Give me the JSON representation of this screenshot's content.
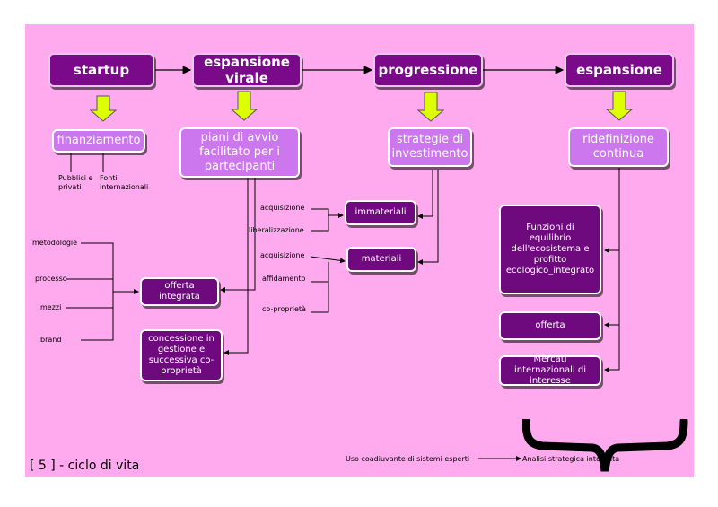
{
  "phases": {
    "startup": "startup",
    "viral": "espansione virale",
    "progression": "progressione",
    "expansion": "espansione"
  },
  "level2": {
    "financing": "finanziamento",
    "plans": "piani di avvio facilitato per i partecipanti",
    "strategies": "strategie di investimento",
    "redefinition": "ridefinizione continua"
  },
  "financing_sources": {
    "public_private": "Pubblici e privati",
    "international": "Fonti internazionali"
  },
  "boxes": {
    "intangible": "immateriali",
    "material": "materiali",
    "integrated_offer": "offerta integrata",
    "concession": "concessione in gestione e successiva co-proprietà",
    "equilibrium": "Funzioni di equilibrio dell'ecosistema e profitto ecologico_integrato",
    "offer": "offerta",
    "markets": "Mercati internazionali di interesse"
  },
  "labels": {
    "acquisition1": "acquisizione",
    "liberalization": "liberalizzazione",
    "acquisition2": "acquisizione",
    "assignment": "affidamento",
    "coownership": "co-proprietà",
    "methodologies": "metodologie",
    "process": "processo",
    "means": "mezzi",
    "brand": "brand"
  },
  "legend": {
    "expert_systems": "Uso coadiuvante di sistemi esperti",
    "strategic_analysis": "Analisi strategica integrata"
  },
  "footer": {
    "title": "[ 5 ] - ciclo di vita"
  },
  "colors": {
    "background": "#ffaaee",
    "dark_purple": "#7a0a8a",
    "light_purple": "#cc77ee",
    "arrow_yellow": "#ddff00"
  }
}
